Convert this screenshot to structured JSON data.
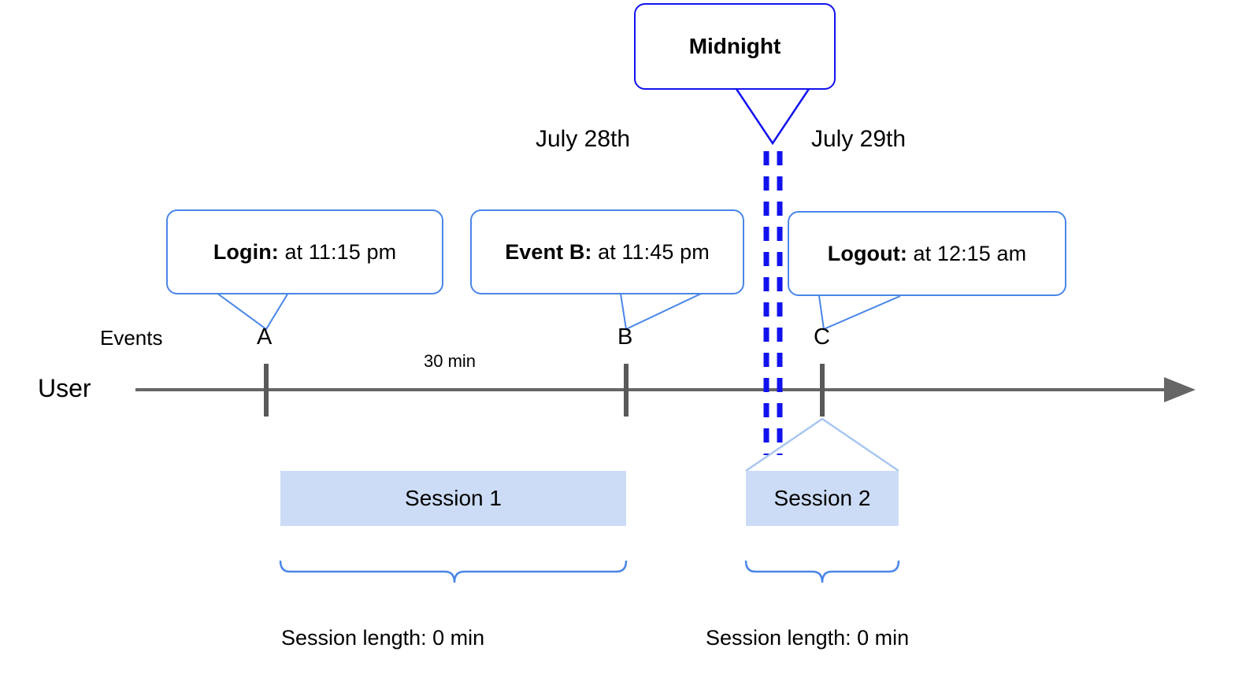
{
  "diagram": {
    "title_callout": {
      "label": "Midnight"
    },
    "dates": [
      {
        "label": "July 28th"
      },
      {
        "label": "July 29th"
      }
    ],
    "lane_labels": {
      "events": "Events",
      "user": "User"
    },
    "event_callouts": [
      {
        "id": "A",
        "bold": "Login:",
        "rest": " at 11:15 pm"
      },
      {
        "id": "B",
        "bold": "Event B:",
        "rest": " at 11:45 pm"
      },
      {
        "id": "C",
        "bold": "Logout:",
        "rest": " at 12:15 am"
      }
    ],
    "event_markers": [
      {
        "letter": "A"
      },
      {
        "letter": "B"
      },
      {
        "letter": "C"
      }
    ],
    "gap_label": "30 min",
    "sessions": [
      {
        "label": "Session 1",
        "length_label": "Session length: 0 min"
      },
      {
        "label": "Session 2",
        "length_label": "Session length: 0 min"
      }
    ],
    "colors": {
      "accent_light_blue": "#4a86e8",
      "accent_strong_blue": "#1212ee",
      "session_fill": "#ccdcf6",
      "axis_gray": "#666666",
      "tick_gray": "#595959",
      "brace_blue": "#4a86e8",
      "connector_blue": "#a8c6f0"
    }
  }
}
